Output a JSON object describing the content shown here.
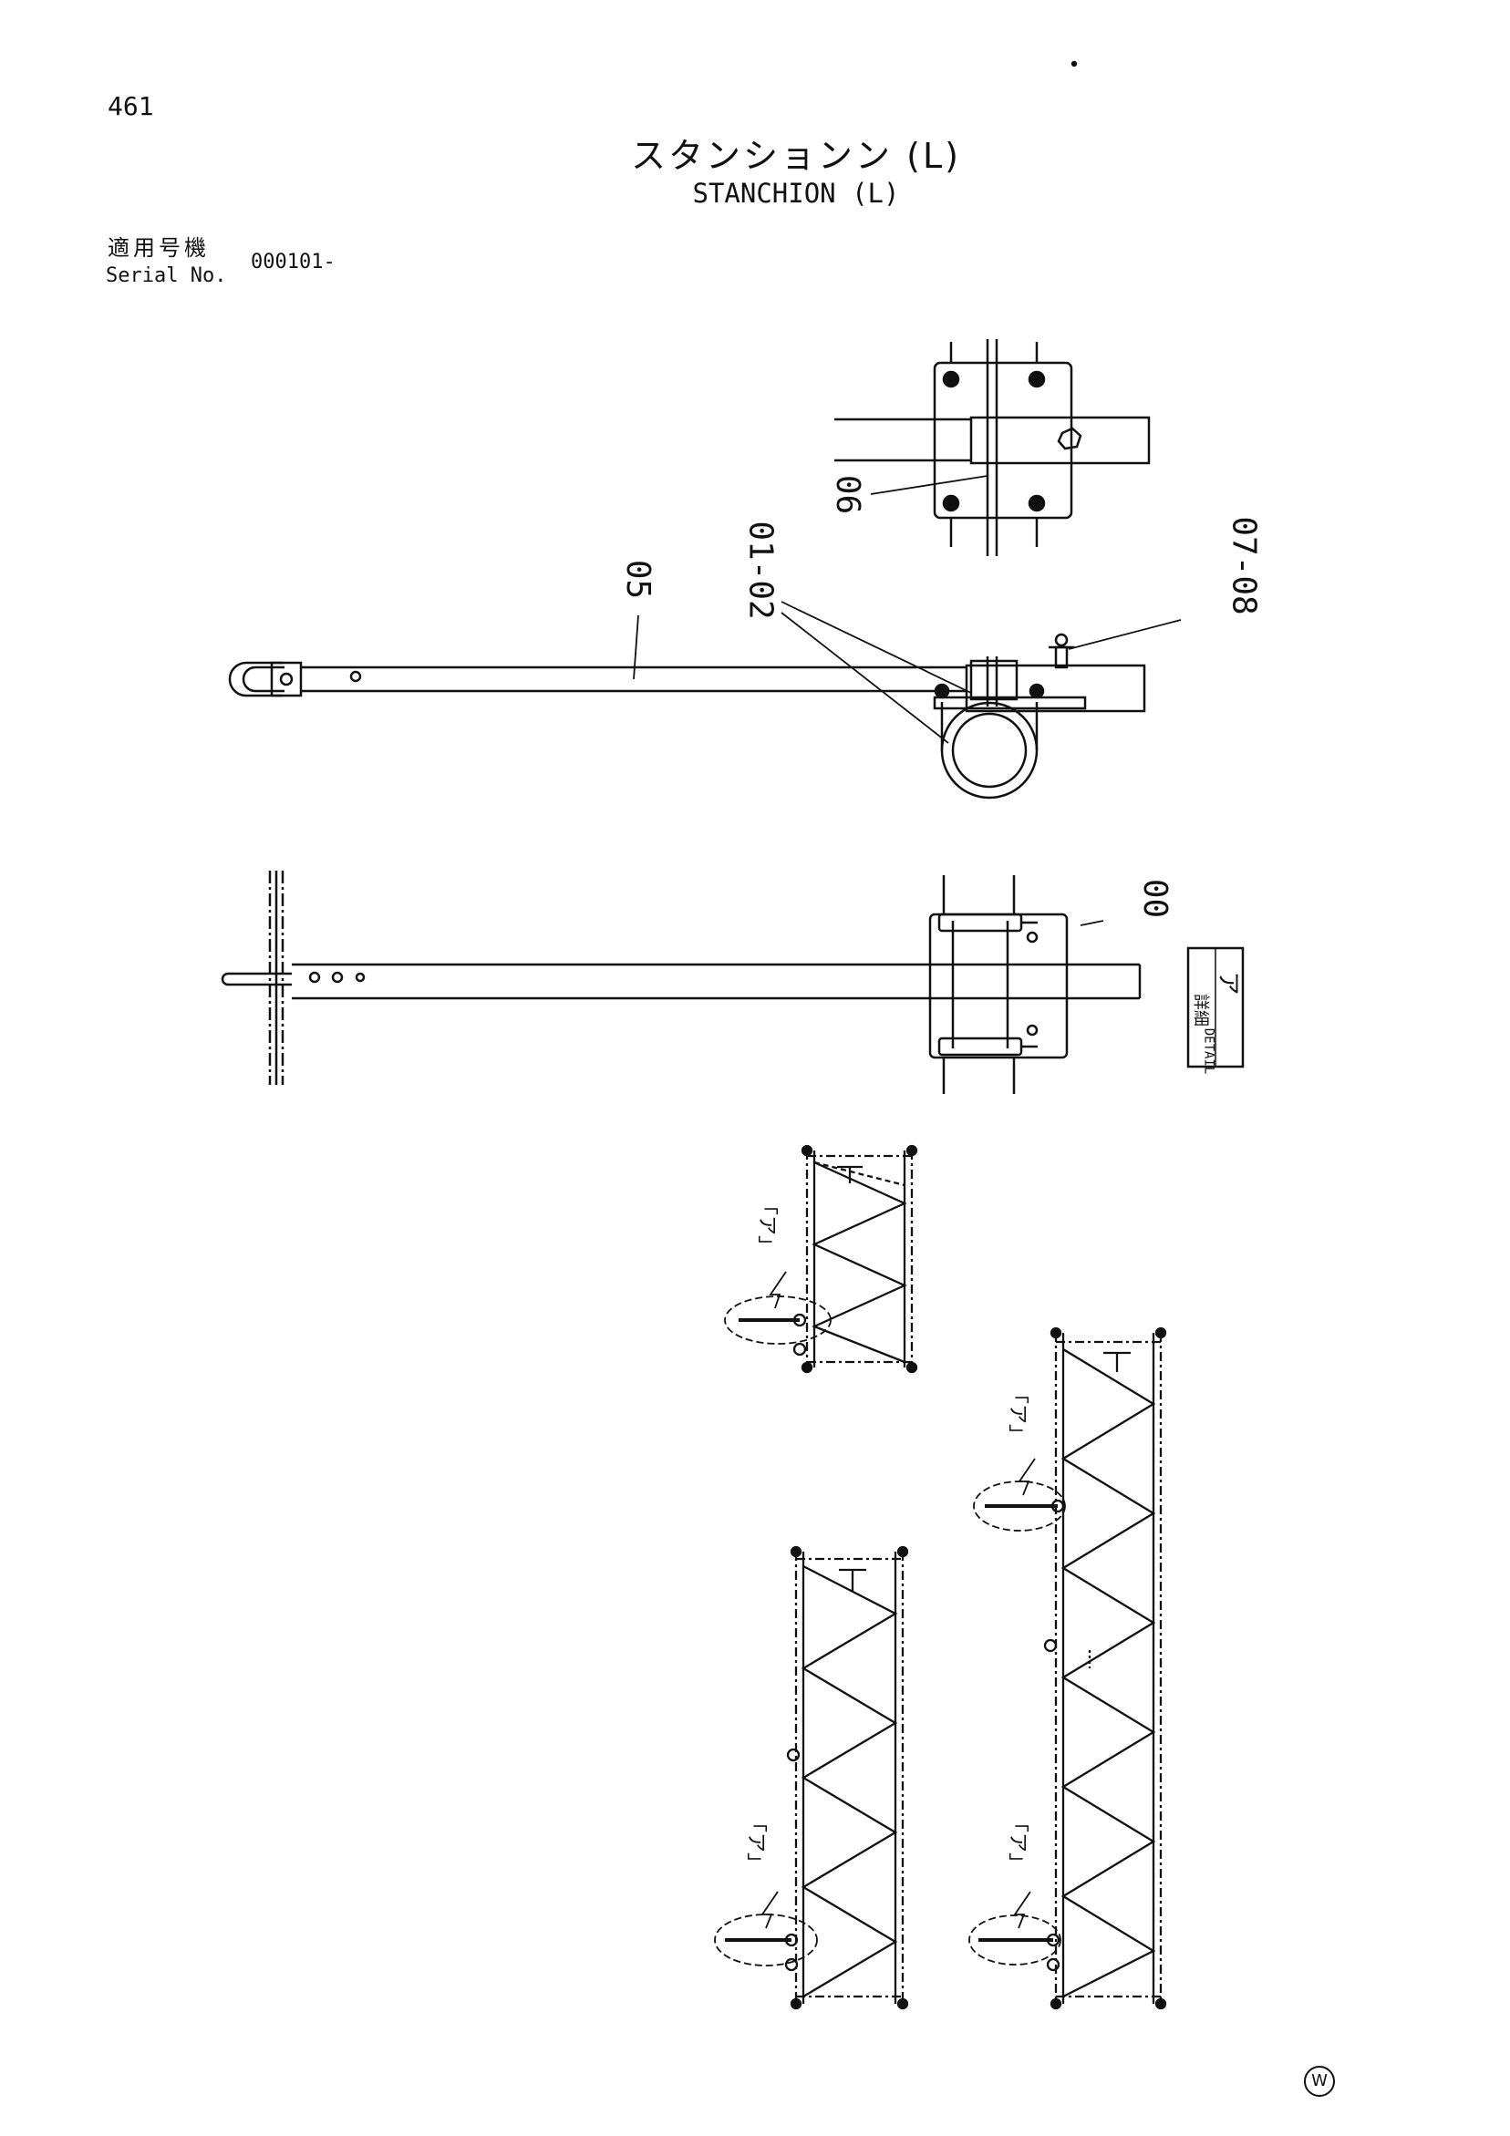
{
  "page": {
    "number": "461"
  },
  "title": {
    "jp": "スタンションン (L)",
    "en": "STANCHION (L)"
  },
  "serial": {
    "label_jp": "適用号機",
    "label_en": "Serial No.",
    "value": "000101-"
  },
  "callouts": {
    "c05": "05",
    "c0102": "01-02",
    "c0708": "07-08",
    "c06": "06",
    "c00": "00"
  },
  "detail_box": {
    "jp": "詳細",
    "en": "DETAIL",
    "mark": "ア"
  },
  "detail_refs": {
    "ref1": "「ア」",
    "ref2": "「ア」",
    "ref3": "「ア」",
    "ref4": "「ア」"
  },
  "watermark": "W"
}
